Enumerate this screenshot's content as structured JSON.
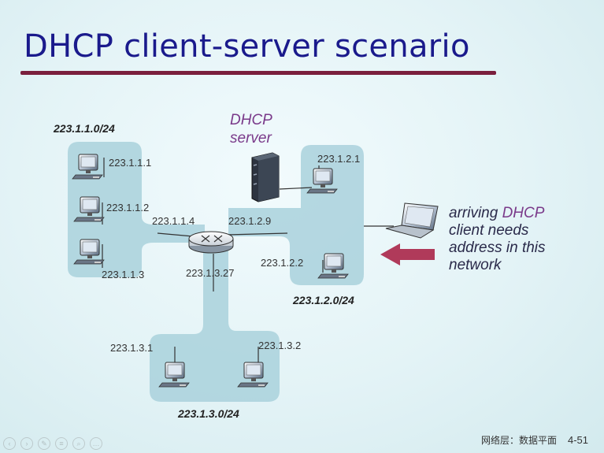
{
  "title": "DHCP client-server scenario",
  "server": {
    "line1": "DHCP",
    "line2": "server"
  },
  "networks": {
    "net1": "223.1.1.0/24",
    "net2": "223.1.2.0/24",
    "net3": "223.1.3.0/24"
  },
  "addresses": {
    "h111": "223.1.1.1",
    "h112": "223.1.1.2",
    "h113": "223.1.1.3",
    "r114": "223.1.1.4",
    "r129": "223.1.2.9",
    "r1327": "223.1.3.27",
    "h121": "223.1.2.1",
    "h122": "223.1.2.2",
    "h131": "223.1.3.1",
    "h132": "223.1.3.2"
  },
  "client_text": {
    "l1a": "arriving ",
    "l1b": "DHCP",
    "l2": "client needs",
    "l3": "address in this",
    "l4": "network"
  },
  "footer": {
    "chapter": "网络层：数据平面",
    "page": "4-51"
  },
  "colors": {
    "title": "#1a1a8c",
    "rule": "#7a1f3d",
    "network_fill": "#a9d1dc",
    "arrow": "#b03a5a",
    "highlight": "#7a3a8a"
  },
  "toolbar_icons": [
    "prev-icon",
    "next-icon",
    "pen-icon",
    "menu-icon",
    "zoom-icon",
    "more-icon"
  ]
}
